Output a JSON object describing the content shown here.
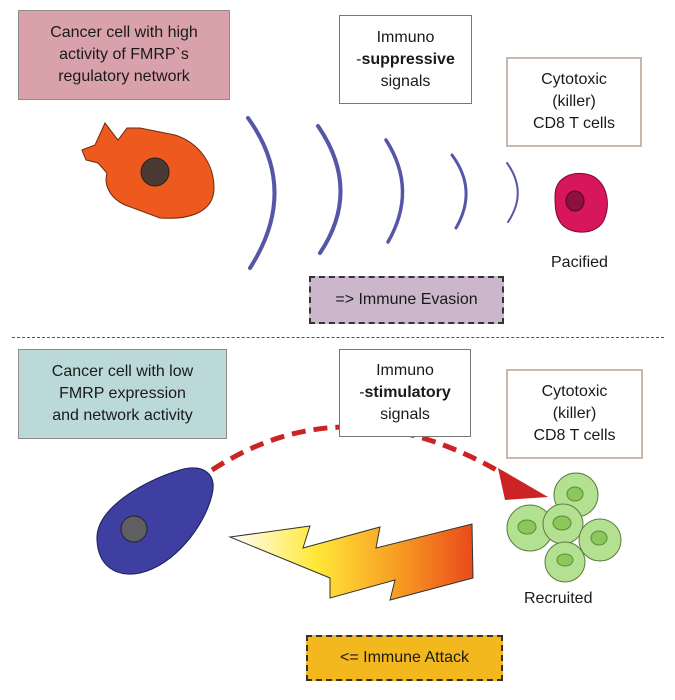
{
  "top": {
    "cancer_box": [
      "Cancer cell with high",
      "activity of FMRP`s",
      "regulatory network"
    ],
    "signal_box": {
      "line1": "Immuno",
      "prefix": "-",
      "bold": "suppressive",
      "line3": "signals"
    },
    "cd8_box": [
      "Cytotoxic",
      "(killer)",
      "CD8 T cells"
    ],
    "outcome_label": "Pacified",
    "result_box": "=> Immune Evasion"
  },
  "bottom": {
    "cancer_box": [
      "Cancer cell with low",
      "FMRP expression",
      "and network activity"
    ],
    "signal_box": {
      "line1": "Immuno",
      "prefix": "-",
      "bold": "stimulatory",
      "line3": "signals"
    },
    "cd8_box": [
      "Cytotoxic",
      "(killer)",
      "CD8 T cells"
    ],
    "outcome_label": "Recruited",
    "result_box": "<= Immune Attack"
  },
  "colors": {
    "top_cancer_cell": "#ee5a1e",
    "bottom_cancer_cell": "#3e3fa0",
    "signal_arc": "#5656a6",
    "pacified_cell": "#d7165c",
    "recruited_cell": "#b4e092",
    "arrow": "#cc2424",
    "evasion_bg": "#cbb6cc",
    "attack_bg": "#f4b81f"
  }
}
